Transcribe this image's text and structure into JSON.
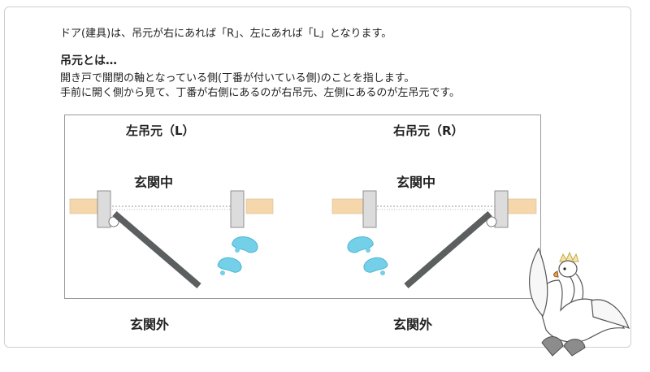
{
  "intro": "ドア(建具)は、吊元が右にあれば「R」、左にあれば「L」となります。",
  "definition": {
    "heading": "吊元とは…",
    "line1": "開き戸で開閉の軸となっている側(丁番が付いている側)のことを指します。",
    "line2": "手前に開く側から見て、丁番が右側にあるのが右吊元、左側にあるのが左吊元です。"
  },
  "diagram": {
    "left": {
      "title": "左吊元（L）",
      "inside": "玄関中",
      "outside": "玄関外"
    },
    "right": {
      "title": "右吊元（R）",
      "inside": "玄関中",
      "outside": "玄関外"
    }
  },
  "colors": {
    "wall": "#f6d7ab",
    "post": "#dcdcdc",
    "door": "#5b5f5f",
    "footprint": "#74cfe8",
    "border": "#cfcfcf"
  },
  "icons": [
    "footprints-icon",
    "swan-mascot-icon"
  ]
}
